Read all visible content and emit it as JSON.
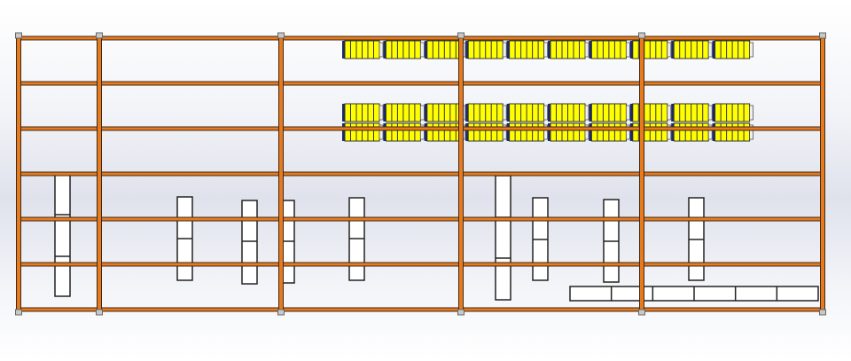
{
  "colors": {
    "frame": "#e87a1e",
    "frame_edge": "#3a2a1a",
    "crate": "#ffff00",
    "crate_edge": "#333333",
    "crate_end": "#1a2a6a",
    "box_fill": "#ffffff",
    "box_edge": "#222222",
    "cap": "#c8c8c8"
  },
  "model": {
    "bays": 5,
    "levels": 6,
    "crates_per_row": 10,
    "crate_rows": 3,
    "storage_boxes": 9,
    "bottom_bin_cells": 6
  }
}
